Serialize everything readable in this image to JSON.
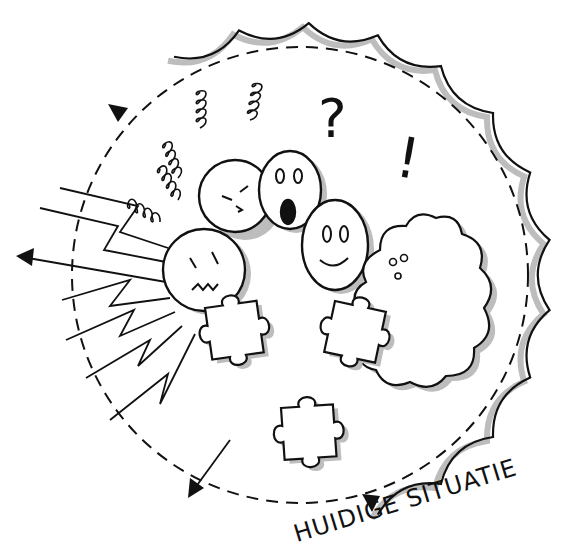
{
  "diagram": {
    "labels": [
      "HUIDIGE SITUATIE",
      "?",
      "!"
    ]
  }
}
